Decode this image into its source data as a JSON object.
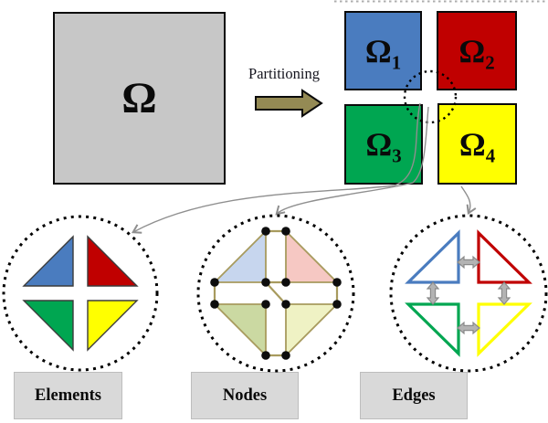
{
  "domain": {
    "label": "Ω"
  },
  "partitioning": {
    "label": "Partitioning",
    "arrow_icon": "right-block-arrow"
  },
  "subdomains": [
    {
      "id": "omega-1",
      "base": "Ω",
      "sub": "1",
      "color": "#4A7CBF"
    },
    {
      "id": "omega-2",
      "base": "Ω",
      "sub": "2",
      "color": "#C00000"
    },
    {
      "id": "omega-3",
      "base": "Ω",
      "sub": "3",
      "color": "#00A651"
    },
    {
      "id": "omega-4",
      "base": "Ω",
      "sub": "4",
      "color": "#FFFF00"
    }
  ],
  "interface": {
    "icon": "dotted-circle-highlight"
  },
  "groups": [
    {
      "id": "elements",
      "label": "Elements"
    },
    {
      "id": "nodes",
      "label": "Nodes"
    },
    {
      "id": "edges",
      "label": "Edges"
    }
  ],
  "connectors": [
    {
      "from": "subdomain-interface",
      "to": "elements-circle"
    },
    {
      "from": "subdomain-interface",
      "to": "nodes-circle"
    },
    {
      "from": "omega-4",
      "to": "edges-circle"
    }
  ],
  "colors": {
    "domain_fill": "#C7C7C7",
    "blue": "#4A7CBF",
    "red": "#C00000",
    "green": "#00A651",
    "yellow": "#FFFF00",
    "pale_blue": "#C7D6EE",
    "pale_red": "#F6C8C3",
    "pale_green": "#CBD9A2",
    "pale_yellow": "#EFF2C4",
    "partition_arrow": "#948A54",
    "graph_edge": "#A89B5E",
    "node_dot": "#0D0D0D",
    "connector": "#8F8F8F",
    "exchange_fill": "#B3B3B3",
    "exchange_stroke": "#8A8A8A",
    "label_box_bg": "#D9D9D9",
    "outline": "#000000",
    "top_crop_dots": "#ADADAD"
  }
}
